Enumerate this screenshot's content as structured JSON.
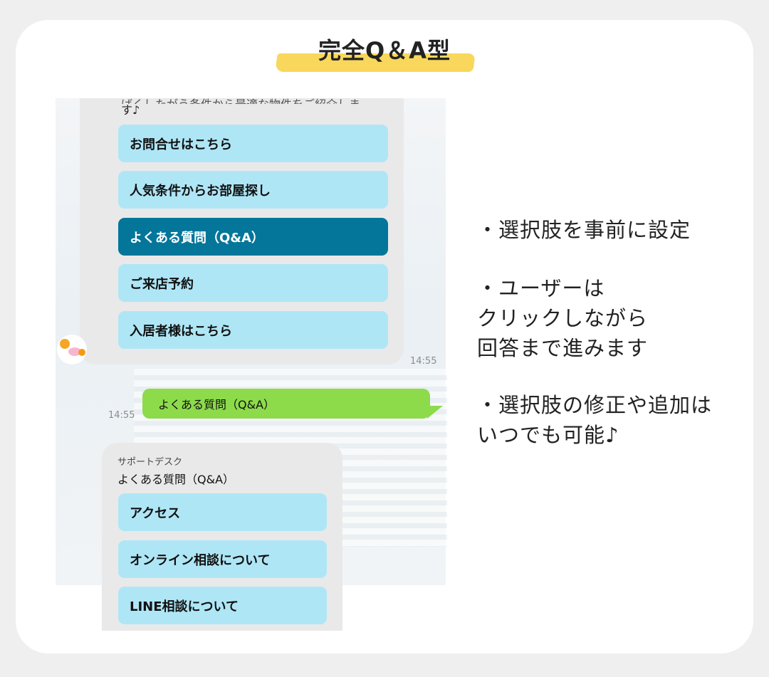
{
  "title": "完全Q＆A型",
  "chat": {
    "top_bubble": {
      "cut_line": "ばくしたがう条件から最適な物件をご紹介しま",
      "tail_line": "す♪",
      "options": [
        {
          "label": "お問合せはこちら",
          "selected": false
        },
        {
          "label": "人気条件からお部屋探し",
          "selected": false
        },
        {
          "label": "よくある質問（Q&A）",
          "selected": true
        },
        {
          "label": "ご来店予約",
          "selected": false
        },
        {
          "label": "入居者様はこちら",
          "selected": false
        }
      ],
      "time": "14:55"
    },
    "user_message": {
      "text": "よくある質問（Q&A）",
      "time": "14:55"
    },
    "bottom_bubble": {
      "sender": "サポートデスク",
      "text": "よくある質問（Q&A）",
      "options": [
        {
          "label": "アクセス"
        },
        {
          "label": "オンライン相談について"
        },
        {
          "label": "LINE相談について"
        }
      ]
    }
  },
  "notes": {
    "point1": [
      "・選択肢を事前に設定"
    ],
    "point2": [
      "・ユーザーは",
      "クリックしながら",
      "回答まで進みます"
    ],
    "point3": [
      "・選択肢の修正や追加は",
      "いつでも可能♪"
    ]
  },
  "colors": {
    "option_bg": "#afe6f6",
    "option_selected_bg": "#03769a",
    "user_bubble": "#8ddb4b",
    "title_marker": "#f9d75c"
  }
}
